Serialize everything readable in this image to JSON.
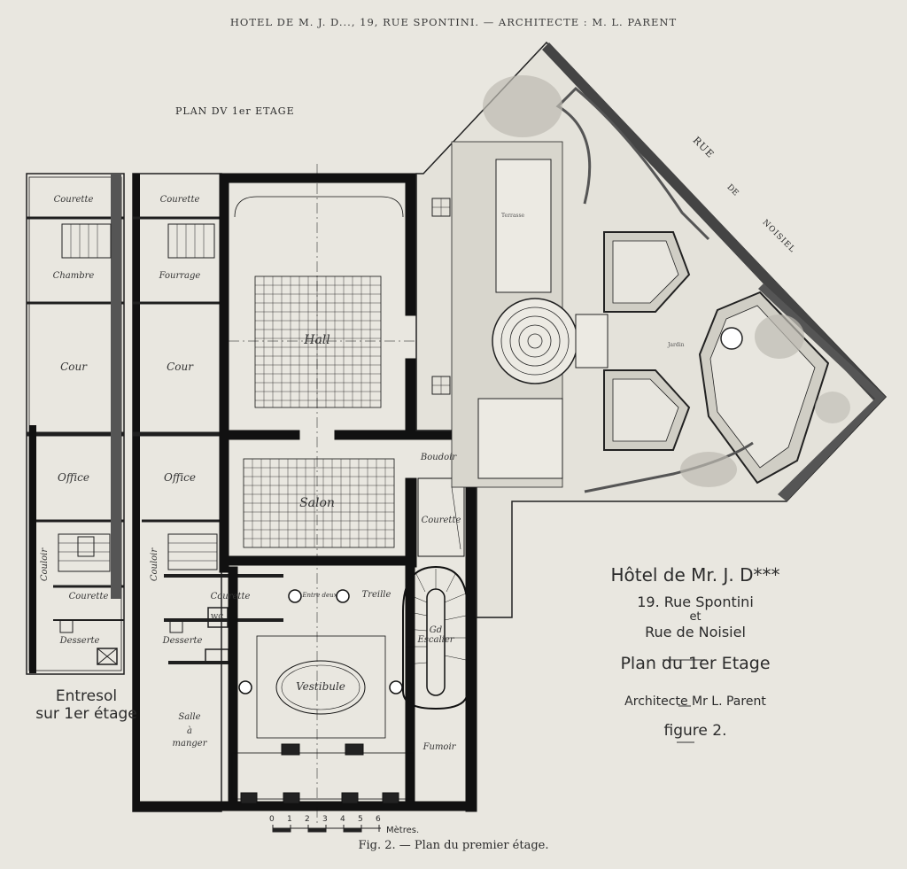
{
  "header": "HOTEL DE M. J. D..., 19, RUE SPONTINI. — ARCHITECTE : M. L. PARENT",
  "plan_label": "PLAN DV 1er ETAGE",
  "street": {
    "rue": "RUE",
    "de": "DE",
    "noisiel": "NOISIEL"
  },
  "rooms": {
    "courette": "Courette",
    "chambre": "Chambre",
    "fourrage": "Fourrage",
    "cour": "Cour",
    "office": "Office",
    "couloir": "Couloir",
    "desserte": "Desserte",
    "hall": "Hall",
    "salon": "Salon",
    "boudoir": "Boudoir",
    "entre_deux": "Entre deux",
    "treille": "Treille",
    "gd_escalier": "Gd Escalier",
    "vestibule": "Vestibule",
    "salle_a_manger_1": "Salle",
    "salle_a_manger_2": "à",
    "salle_a_manger_3": "manger",
    "fumoir": "Fumoir",
    "wc": "WC",
    "terrasse": "Terrasse",
    "jardin": "Jardin"
  },
  "entresol": {
    "line1": "Entresol",
    "line2": "sur 1er étage"
  },
  "title_block": {
    "line1": "Hôtel de Mr. J. D***",
    "line2": "19. Rue Spontini",
    "line3": "et",
    "line4": "Rue de Noisiel",
    "line5": "Plan du 1er Etage",
    "line6": "Architecte Mr L. Parent",
    "line7": "figure 2."
  },
  "scale": {
    "ticks": [
      "0",
      "1",
      "2",
      "3",
      "4",
      "5",
      "6"
    ],
    "unit": "Mètres."
  },
  "caption": "Fig. 2. — Plan du premier étage."
}
